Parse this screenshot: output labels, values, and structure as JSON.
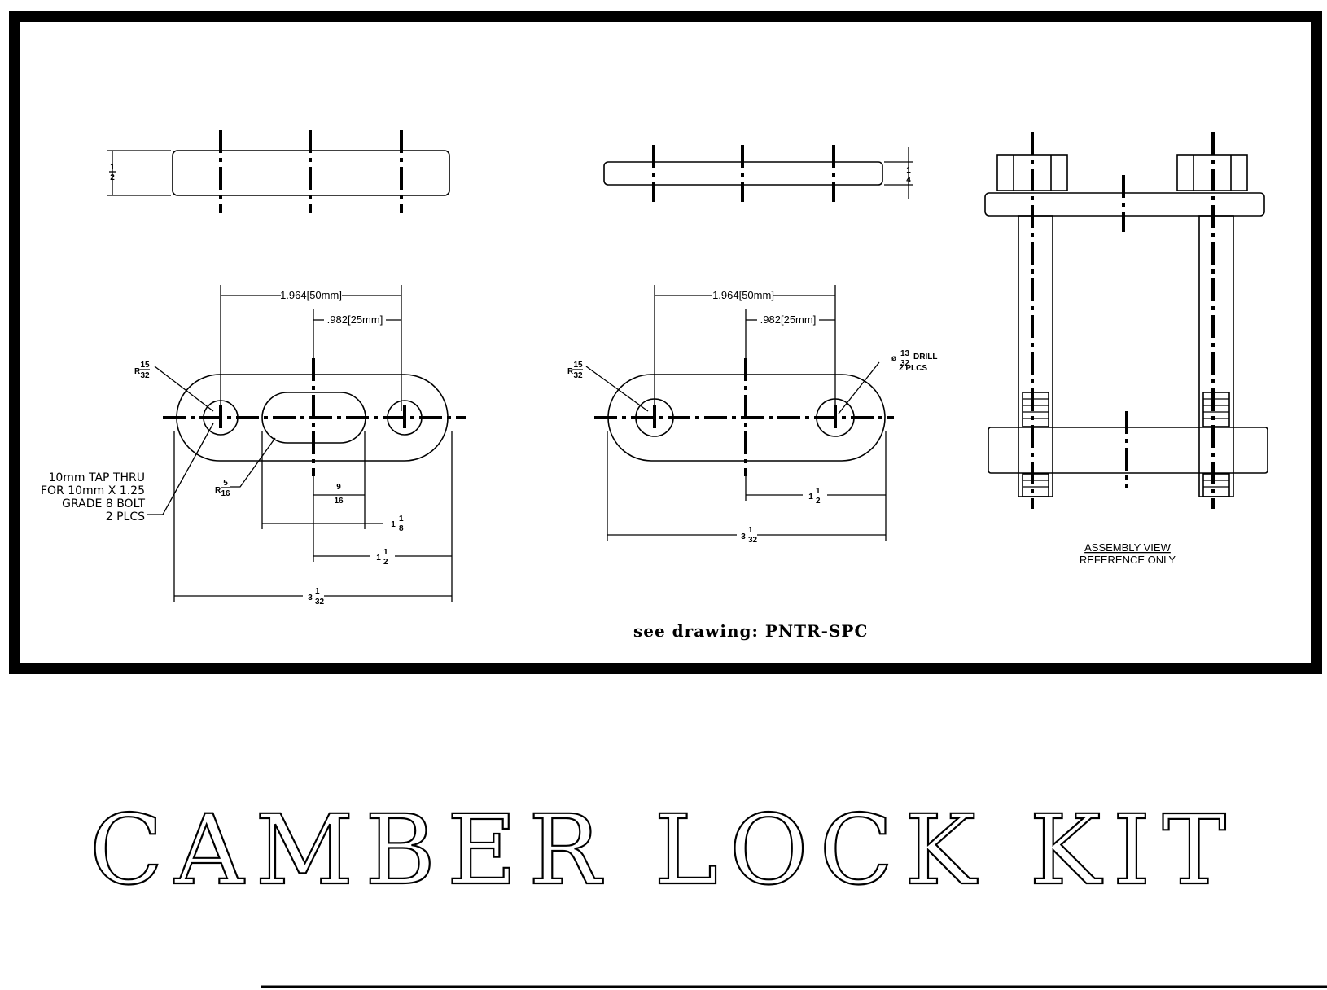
{
  "views": {
    "left_part": {
      "dim_centers": "1.964[50mm]",
      "dim_half": ".982[25mm]",
      "radius_end": {
        "prefix": "R",
        "num": "15",
        "den": "32"
      },
      "radius_slot": {
        "prefix": "R",
        "num": "5",
        "den": "16"
      },
      "tap_note": [
        "10mm TAP THRU",
        "FOR 10mm X 1.25",
        "GRADE 8 BOLT",
        "2 PLCS"
      ],
      "dim_slot_half": {
        "num": "9",
        "den": "16"
      },
      "dim_slot": {
        "whole": "1",
        "num": "1",
        "den": "8"
      },
      "dim_half_len": {
        "whole": "1",
        "num": "1",
        "den": "2"
      },
      "dim_overall": {
        "whole": "3",
        "num": "1",
        "den": "32"
      },
      "dim_thick": {
        "num": "1",
        "den": "2"
      }
    },
    "right_part": {
      "dim_centers": "1.964[50mm]",
      "dim_half": ".982[25mm]",
      "radius_end": {
        "prefix": "R",
        "num": "15",
        "den": "32"
      },
      "drill_note": {
        "prefix": "ø",
        "num": "13",
        "den": "32",
        "line1": "DRILL",
        "line2": "2 PLCS"
      },
      "dim_half_len": {
        "whole": "1",
        "num": "1",
        "den": "2"
      },
      "dim_overall": {
        "whole": "3",
        "num": "1",
        "den": "32"
      },
      "dim_thick": {
        "num": "1",
        "den": "4"
      }
    },
    "assembly": {
      "label_line1": "ASSEMBLY VIEW",
      "label_line2": "REFERENCE ONLY"
    }
  },
  "reference_note": "see drawing: PNTR-SPC",
  "title": "CAMBER LOCK KIT",
  "colors": {
    "ink": "#000000",
    "paper": "#ffffff"
  }
}
